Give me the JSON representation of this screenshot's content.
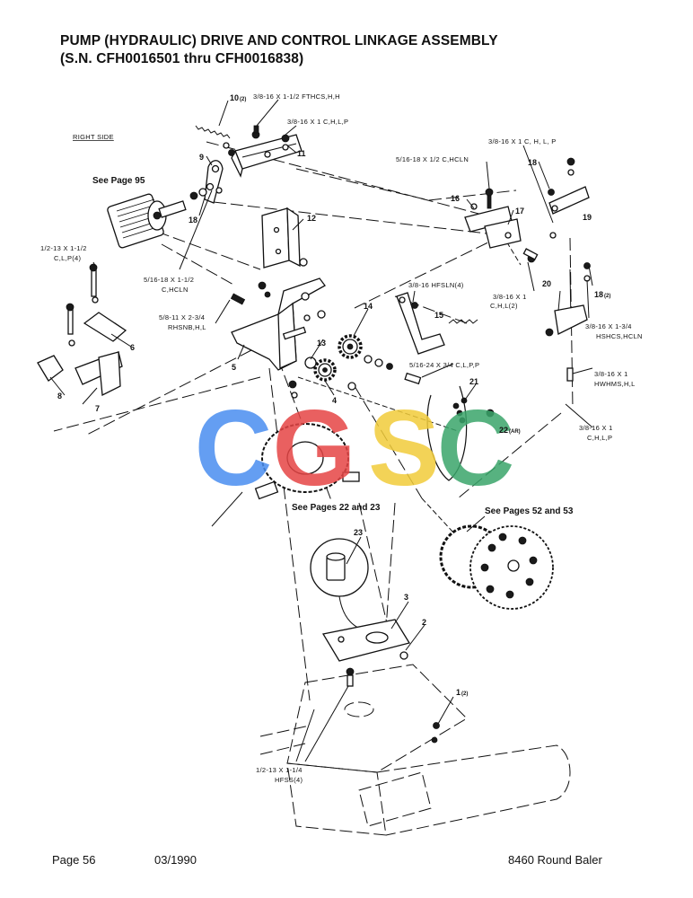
{
  "header": {
    "title_line1": "PUMP (HYDRAULIC) DRIVE AND CONTROL LINKAGE ASSEMBLY",
    "title_line2": "(S.N. CFH0016501 thru CFH0016838)"
  },
  "labels": {
    "right_side": "RIGHT SIDE",
    "see_page_95": "See Page 95",
    "see_pages_22_23": "See Pages 22 and 23",
    "see_pages_52_53": "See Pages 52 and 53"
  },
  "callouts": {
    "c1": "1",
    "c1_qty": "(2)",
    "c2": "2",
    "c3": "3",
    "c4": "4",
    "c5": "5",
    "c6": "6",
    "c7": "7",
    "c8": "8",
    "c9": "9",
    "c10": "10",
    "c10_qty": "(2)",
    "c11": "11",
    "c12": "12",
    "c13": "13",
    "c14": "14",
    "c15": "15",
    "c16": "16",
    "c17": "17",
    "c18a": "18",
    "c18b": "18",
    "c18c": "18",
    "c18c_qty": "(2)",
    "c19": "19",
    "c20": "20",
    "c21": "21",
    "c22": "22",
    "c22_qty": "(AR)",
    "c23": "23"
  },
  "specs": {
    "s1": "3/8-16 X 1-1/2 FTHCS,H,H",
    "s2": "3/8-16 X 1 C,H,L,P",
    "s3": "3/8-16 X 1 C, H, L, P",
    "s4": "5/16-18 X 1/2 C,HCLN",
    "s5a": "1/2-13 X 1-1/2",
    "s5b": "C,L,P(4)",
    "s6a": "5/16-18 X 1-1/2",
    "s6b": "C,HCLN",
    "s7a": "5/8-11 X 2-3/4",
    "s7b": "RHSNB,H,L",
    "s8": "3/8-16 HFSLN(4)",
    "s9a": "3/8-16 X 1",
    "s9b": "C,H,L(2)",
    "s10a": "3/8-16 X 1-3/4",
    "s10b": "HSHCS,HCLN",
    "s11a": "3/8-16 X 1",
    "s11b": "HWHMS,H,L",
    "s12": "5/16-24 X 3/4 C,L,P,P",
    "s13a": "3/8-16 X 1",
    "s13b": "C,H,L,P",
    "s14a": "1/2-13 X 1-1/4",
    "s14b": "HFSS(4)"
  },
  "watermark": {
    "letters": [
      "C",
      "G",
      "S",
      "C"
    ],
    "colors": [
      "#4a8ef0",
      "#e64545",
      "#f2cc3a",
      "#3aa56a"
    ]
  },
  "footer": {
    "page": "Page 56",
    "date": "03/1990",
    "product": "8460 Round Baler"
  }
}
